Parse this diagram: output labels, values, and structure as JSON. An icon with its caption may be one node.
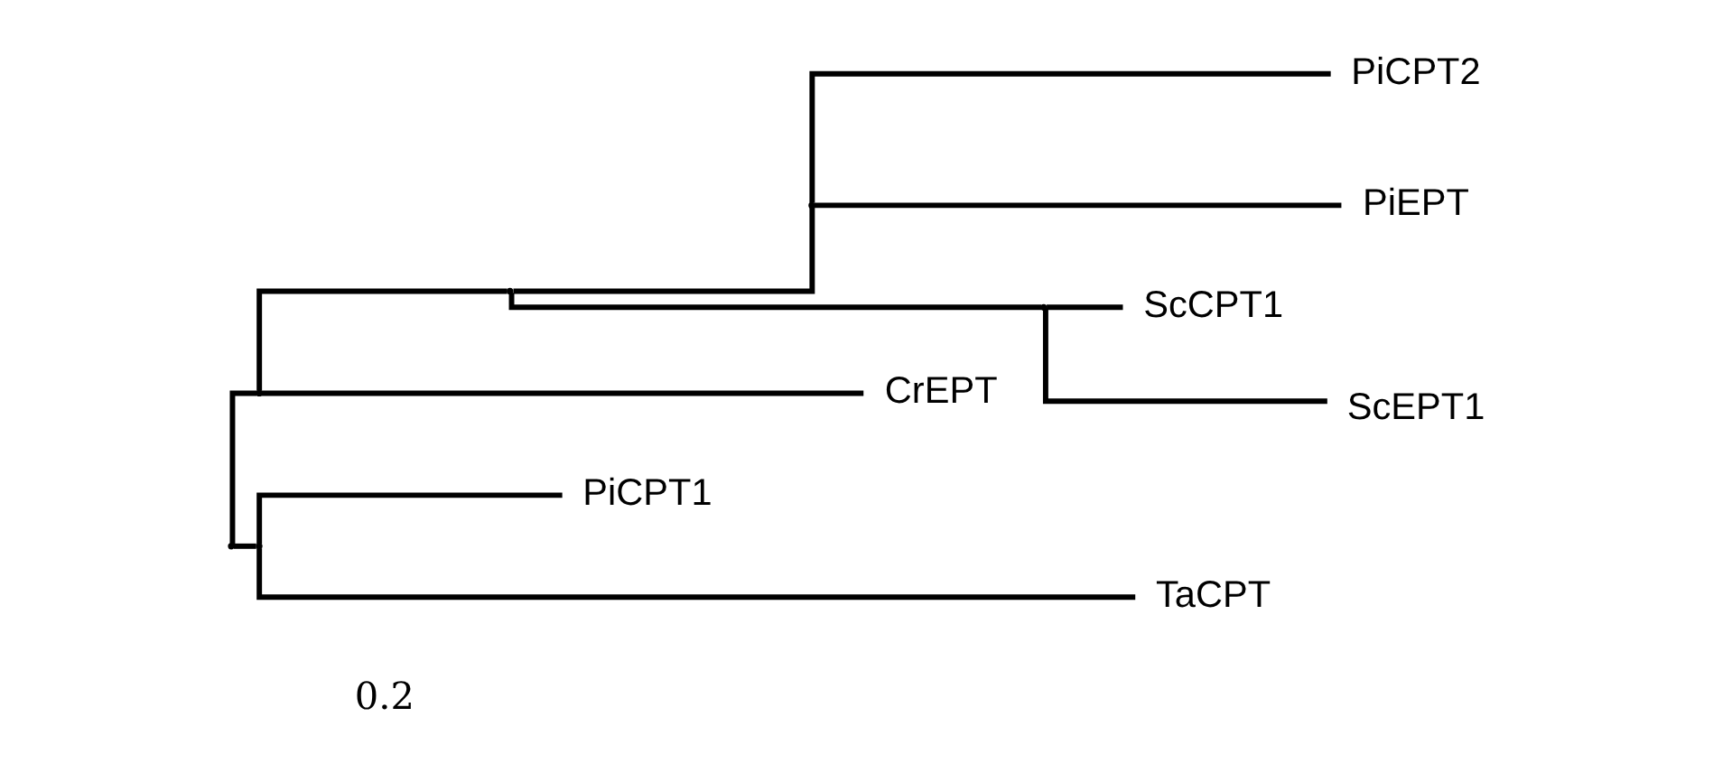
{
  "diagram": {
    "nodes": [
      {
        "text": [],
        "shape": "point"
      },
      {
        "text": [],
        "shape": "point"
      },
      {
        "text": [],
        "shape": "point"
      },
      {
        "text": [],
        "shape": "point"
      },
      {
        "text": [
          "PiCPT2"
        ]
      },
      {
        "text": [
          "PiEPT"
        ]
      },
      {
        "text": [],
        "shape": "point"
      },
      {
        "text": [
          "ScCPT1"
        ]
      },
      {
        "text": [
          "ScEPT1"
        ]
      },
      {
        "text": [
          "CrEPT"
        ]
      },
      {
        "text": [],
        "shape": "point"
      },
      {
        "text": [
          "PiCPT1"
        ]
      },
      {
        "text": [
          "TaCPT"
        ]
      }
    ],
    "edges": [
      {
        "from": 0,
        "to": 1,
        "arrow": "none"
      },
      {
        "from": 1,
        "to": 2,
        "arrow": "none"
      },
      {
        "from": 2,
        "to": 3,
        "arrow": "none"
      },
      {
        "from": 3,
        "to": 4,
        "arrow": "none"
      },
      {
        "from": 3,
        "to": 5,
        "arrow": "none"
      },
      {
        "from": 2,
        "to": 6,
        "arrow": "none"
      },
      {
        "from": 6,
        "to": 7,
        "arrow": "none"
      },
      {
        "from": 6,
        "to": 8,
        "arrow": "none"
      },
      {
        "from": 1,
        "to": 9,
        "arrow": "none"
      },
      {
        "from": 0,
        "to": 10,
        "arrow": "none"
      },
      {
        "from": 10,
        "to": 11,
        "arrow": "none"
      },
      {
        "from": 10,
        "to": 12,
        "arrow": "none"
      }
    ],
    "labels": [
      "0.2"
    ]
  }
}
